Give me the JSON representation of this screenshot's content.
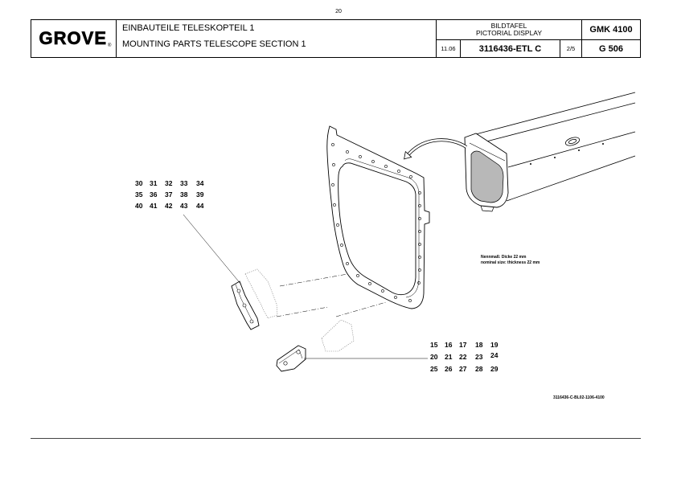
{
  "page_number": "20",
  "header": {
    "logo": "GROVE",
    "logo_mark": "®",
    "title_de": "EINBAUTEILE TELESKOPTEIL 1",
    "title_en": "MOUNTING PARTS TELESCOPE SECTION 1",
    "display_de": "BILDTAFEL",
    "display_en": "PICTORIAL DISPLAY",
    "model": "GMK 4100",
    "date": "11.06",
    "doc_number": "3116436-ETL C",
    "sheet": "2/5",
    "group": "G 506"
  },
  "drawing": {
    "callouts_upper": [
      [
        "30",
        "31",
        "32",
        "33",
        "34"
      ],
      [
        "35",
        "36",
        "37",
        "38",
        "39"
      ],
      [
        "40",
        "41",
        "42",
        "43",
        "44"
      ]
    ],
    "callouts_lower": [
      [
        "15",
        "16",
        "17",
        "18",
        "19"
      ],
      [
        "20",
        "21",
        "22",
        "23",
        "24"
      ],
      [
        "25",
        "26",
        "27",
        "28",
        "29"
      ]
    ],
    "note_de": "Nennmaß: Dicke 22 mm",
    "note_en": "nominal size: thickness 22 mm",
    "drawing_id": "3116436-C-BL02-1106-4100"
  }
}
